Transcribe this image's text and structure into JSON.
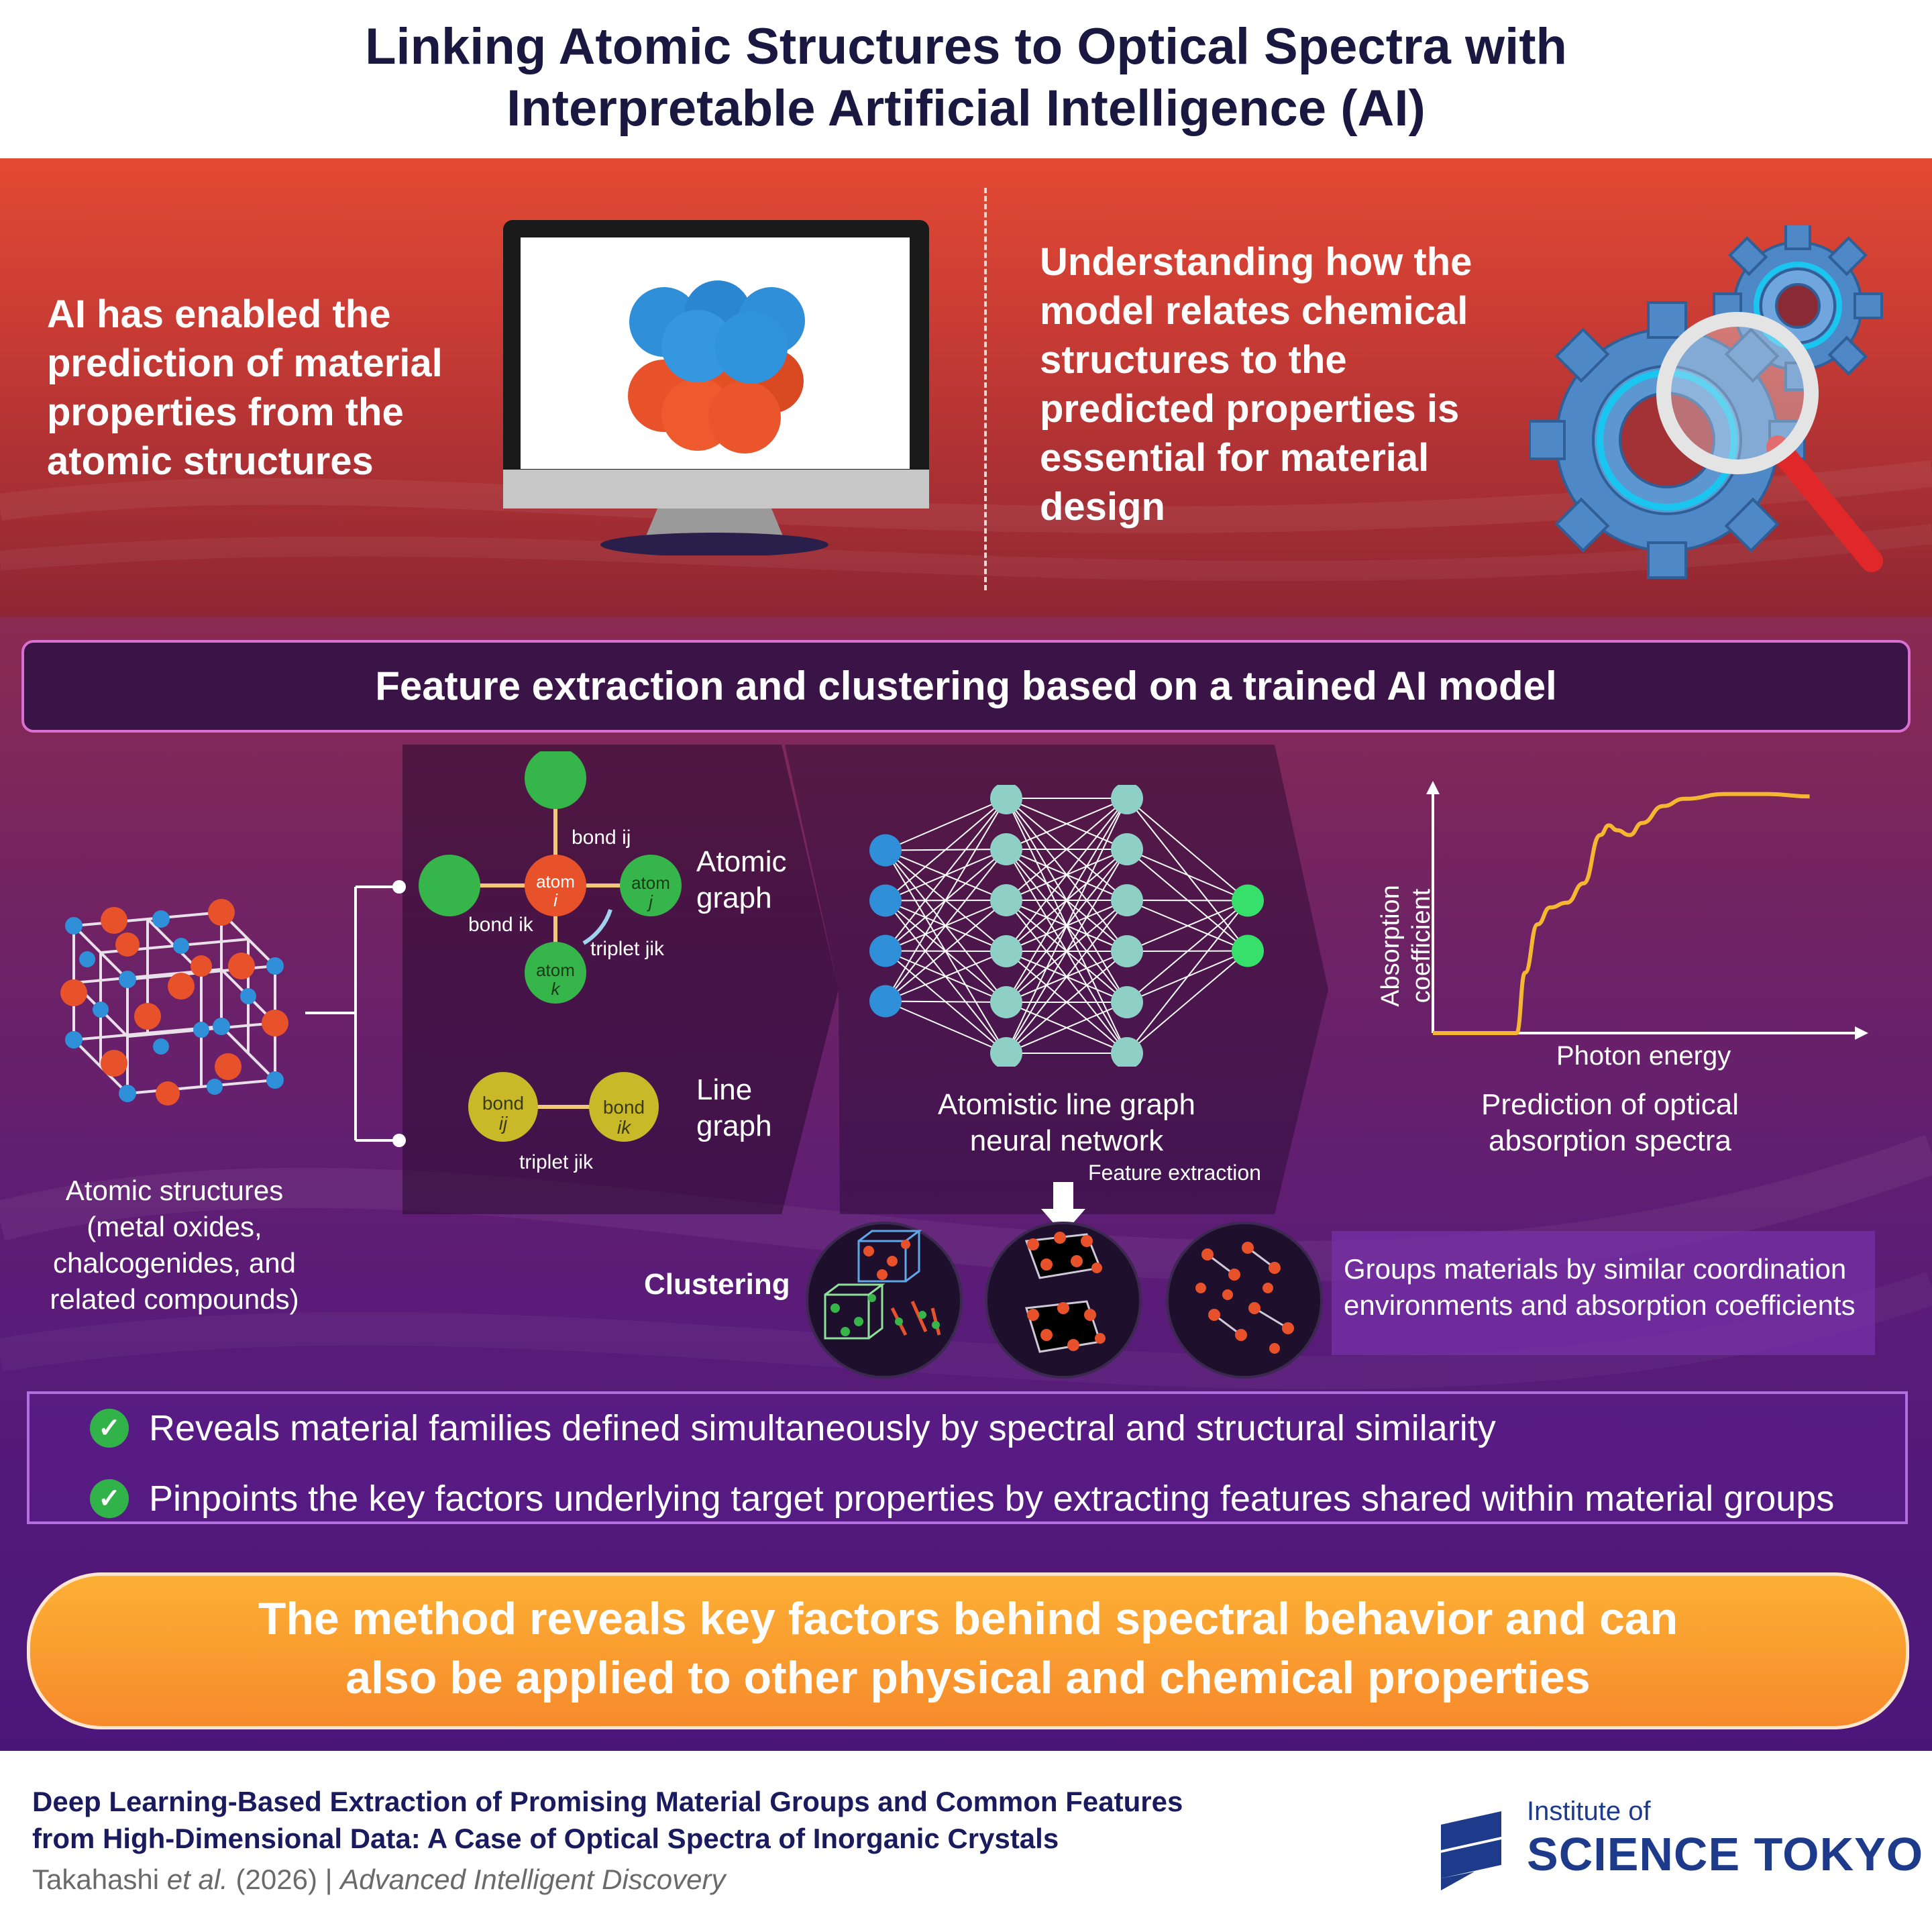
{
  "title": {
    "line1": "Linking Atomic Structures to Optical Spectra with",
    "line2": "Interpretable Artificial Intelligence (AI)"
  },
  "top": {
    "left_text": [
      "AI has enabled the",
      "prediction of material",
      "properties from the",
      "atomic structures"
    ],
    "right_text": [
      "Understanding how the",
      "model relates chemical",
      "structures to the",
      "predicted properties is",
      "essential for material",
      "design"
    ]
  },
  "section_banner": "Feature extraction and clustering based on a trained AI model",
  "structures": {
    "caption": [
      "Atomic structures",
      "(metal oxides,",
      "chalcogenides, and",
      "related compounds)"
    ]
  },
  "atomic_graph": {
    "label": [
      "Atomic",
      "graph"
    ],
    "atom_i": [
      "atom",
      "i"
    ],
    "atom_j": [
      "atom",
      "j"
    ],
    "atom_k": [
      "atom",
      "k"
    ],
    "bond_ij": "bond ij",
    "bond_ik": "bond ik",
    "triplet": "triplet jik"
  },
  "line_graph": {
    "label": [
      "Line",
      "graph"
    ],
    "bond_ij": [
      "bond",
      "ij"
    ],
    "bond_ik": [
      "bond",
      "ik"
    ],
    "triplet": "triplet jik"
  },
  "network": {
    "caption": [
      "Atomistic line graph",
      "neural network"
    ],
    "feature_extraction": "Feature extraction"
  },
  "spectrum": {
    "ylabel": [
      "Absorption",
      "coefficient"
    ],
    "xlabel": "Photon energy",
    "caption": [
      "Prediction of optical",
      "absorption spectra"
    ]
  },
  "clustering": {
    "label": "Clustering",
    "description": [
      "Groups materials by similar coordination",
      "environments and absorption coefficients"
    ]
  },
  "benefits": [
    "Reveals material families defined simultaneously by spectral and structural similarity",
    "Pinpoints the key factors underlying target properties by extracting features shared within material groups"
  ],
  "conclusion": [
    "The method reveals key factors behind spectral behavior and can",
    "also be applied to other physical and chemical properties"
  ],
  "footer": {
    "paper_title": [
      "Deep Learning-Based Extraction of Promising Material Groups and Common Features",
      "from High-Dimensional Data: A Case of Optical Spectra of Inorganic Crystals"
    ],
    "authors": "Takahashi",
    "etal": "et al.",
    "year": "(2026)",
    "journal": "Advanced Intelligent Discovery",
    "logo_line1": "Institute of",
    "logo_line2": "SCIENCE TOKYO"
  },
  "colors": {
    "title": "#1a1840",
    "orange_atom": "#e8522a",
    "blue_atom": "#2f8fd8",
    "green_atom": "#36b54a",
    "yellow_bond": "#c9b827",
    "spectrum_line": "#f5b731",
    "check": "#32b34a"
  },
  "chart_data": {
    "type": "line",
    "title": "",
    "xlabel": "Photon energy",
    "ylabel": "Absorption coefficient",
    "x": [
      0.0,
      0.2,
      0.22,
      0.25,
      0.28,
      0.32,
      0.36,
      0.4,
      0.42,
      0.44,
      0.47,
      0.5,
      0.55,
      0.6,
      0.7,
      0.8,
      0.9
    ],
    "y": [
      0.0,
      0.0,
      0.25,
      0.45,
      0.52,
      0.54,
      0.62,
      0.82,
      0.86,
      0.84,
      0.82,
      0.87,
      0.94,
      0.97,
      0.99,
      0.99,
      0.98
    ],
    "ticks": "none"
  }
}
